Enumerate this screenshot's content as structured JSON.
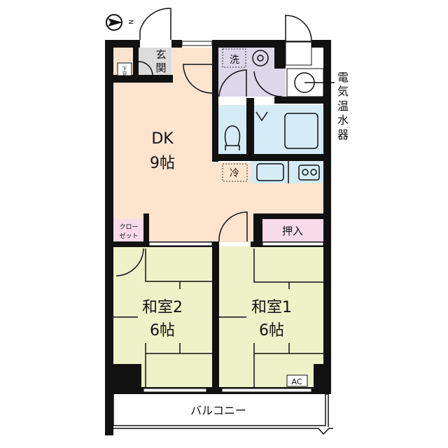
{
  "compass": {
    "north_label": "N"
  },
  "rooms": {
    "genkan": "玄関",
    "shoes": "下足",
    "dk_name": "DK",
    "dk_size": "9帖",
    "washroom": "洗",
    "fridge": "冷",
    "closet_line1": "クロー",
    "closet_line2": "ゼット",
    "oshiire": "押入",
    "washitsu2_name": "和室2",
    "washitsu2_size": "6帖",
    "washitsu1_name": "和室1",
    "washitsu1_size": "6帖",
    "ac": "AC",
    "balcony": "バルコニー"
  },
  "water_heater_label": [
    "電",
    "気",
    "温",
    "水",
    "器"
  ],
  "colors": {
    "dk": "#fde4cf",
    "washitsu": "#eef2c9",
    "washroom": "#ddd7ea",
    "bath": "#d5ebf6",
    "storage": "#f8dbe9",
    "genkan": "#dcdcdc"
  }
}
